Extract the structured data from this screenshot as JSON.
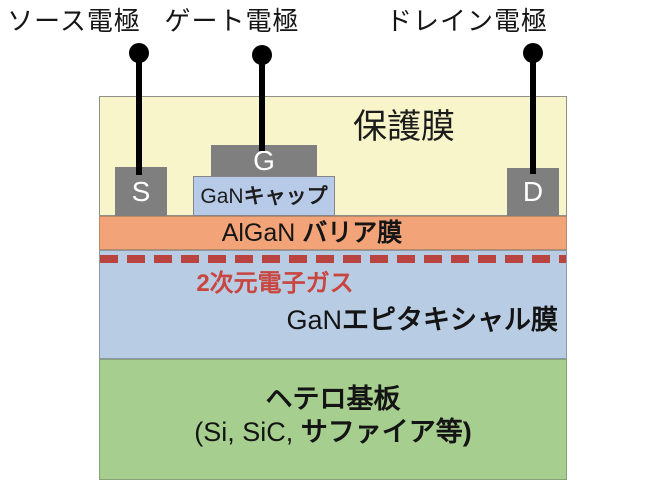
{
  "top_labels": {
    "source": "ソース電極",
    "gate": "ゲート電極",
    "drain": "ドレイン電極"
  },
  "electrodes": {
    "source": "S",
    "gate": "G",
    "drain": "D"
  },
  "layers": {
    "passivation_label": "保護膜",
    "cap": {
      "prefix": "GaN",
      "suffix": "キャップ"
    },
    "barrier": {
      "prefix": "AlGaN ",
      "suffix": "バリア膜"
    },
    "two_deg_label": "2次元電子ガス",
    "epi": {
      "prefix": "GaN",
      "suffix": "エピタキシャル膜"
    },
    "substrate": {
      "title": "ヘテロ基板",
      "sub_prefix": "(Si, SiC, ",
      "sub_suffix": "サファイア等)"
    }
  },
  "colors": {
    "passivation_fill": "#f7f5c9",
    "barrier_fill": "#f2a377",
    "epi_fill": "#b8cce4",
    "cap_fill": "#b7cbe9",
    "substrate_fill": "#a6ce8e",
    "electrode_fill": "#7f7f7f",
    "electrode_text": "#ffffff",
    "two_deg_dash": "#b9443f",
    "two_deg_text": "#c8463f",
    "wire": "#000000"
  }
}
